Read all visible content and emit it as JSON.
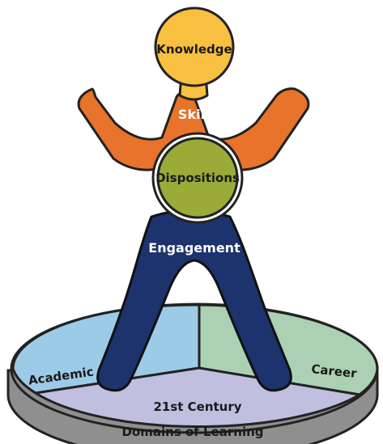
{
  "figure": {
    "knowledge": "Knowledge",
    "skills": "Skills",
    "dispositions": "Dispositions",
    "engagement": "Engagement"
  },
  "base": {
    "academic": "Academic",
    "career": "Career",
    "century": "21st Century",
    "domains": "Domains of Learning"
  },
  "colors": {
    "knowledge": "#f7c040",
    "skills": "#e8732a",
    "dispositions": "#9aab37",
    "engagement": "#1d336e",
    "academic": "#9ccbe8",
    "career": "#acd0b4",
    "century": "#c1bfe0",
    "rim": "#8f8f8f",
    "outline": "#222222"
  }
}
